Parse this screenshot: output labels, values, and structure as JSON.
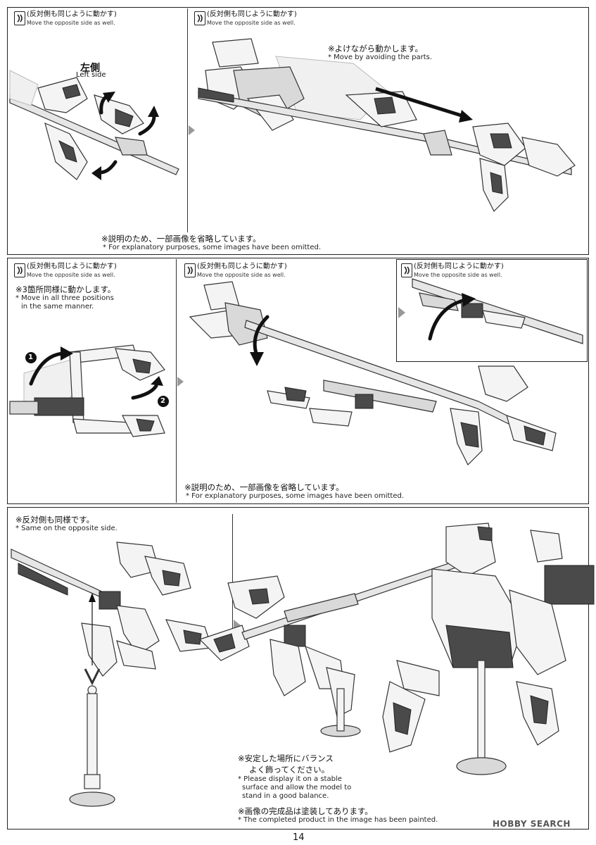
{
  "instructions": {
    "move_opposite_jp": "(反対側も同じように動かす)",
    "move_opposite_en": "Move the opposite side as well."
  },
  "section1": {
    "left_side_jp": "左側",
    "left_side_en": "Left side",
    "avoid_jp": "※よけながら動かします。",
    "avoid_en": "* Move by avoiding the parts.",
    "omitted_jp": "※説明のため、一部画像を省略しています。",
    "omitted_en": "* For explanatory purposes, some images have been omitted."
  },
  "section2": {
    "three_jp": "※3箇所同様に動かします。",
    "three_en_1": "* Move in all three positions",
    "three_en_2": "in the same manner.",
    "step1": "1",
    "step2": "2",
    "omitted_jp": "※説明のため、一部画像を省略しています。",
    "omitted_en": "* For explanatory purposes, some images have been omitted."
  },
  "section3": {
    "same_jp": "※反対側も同様です。",
    "same_en": "* Same on the opposite side.",
    "balance_jp_1": "※安定した場所にバランス",
    "balance_jp_2": "よく飾ってください。",
    "balance_en_1": "* Please display it on a stable",
    "balance_en_2": "surface and allow the model to",
    "balance_en_3": "stand in a good balance.",
    "painted_jp": "※画像の完成品は塗装してあります。",
    "painted_en": "* The completed product in the image has been painted."
  },
  "footer": {
    "page_number": "14",
    "watermark": "HOBBY SEARCH"
  },
  "colors": {
    "frame": "#222222",
    "ghost": "#bbbbbb",
    "arrow_next": "#999999"
  }
}
